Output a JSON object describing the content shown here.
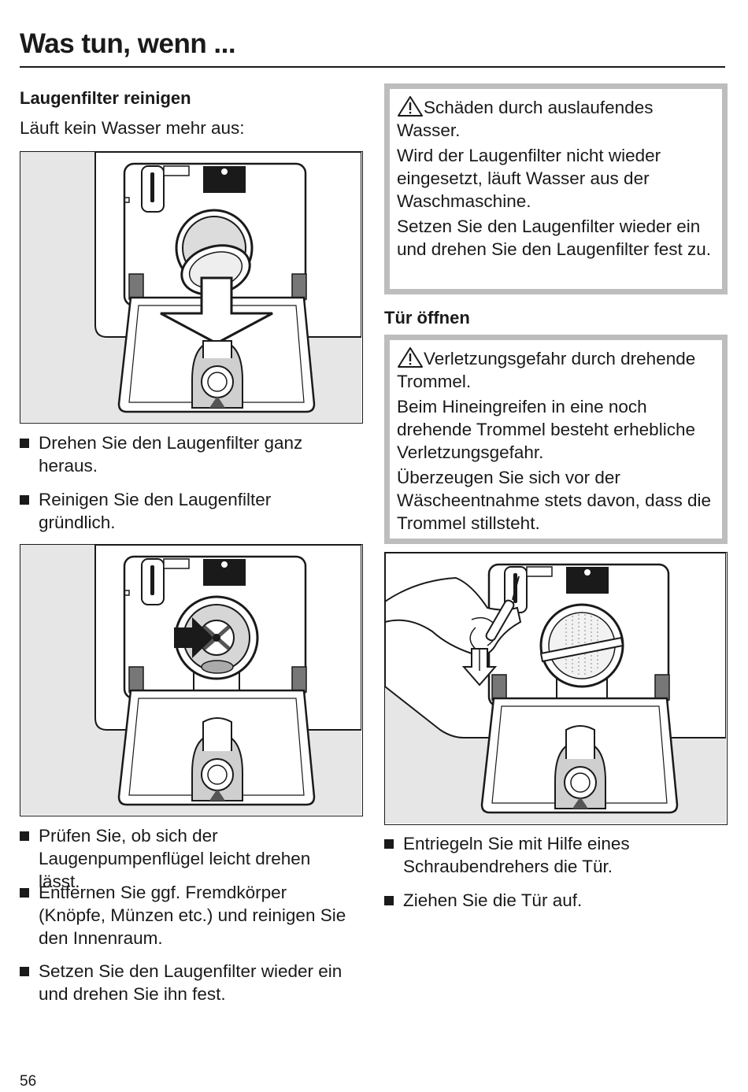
{
  "page": {
    "title": "Was tun, wenn ...",
    "page_number": "56"
  },
  "left": {
    "heading": "Laugenfilter reinigen",
    "intro": "Läuft kein Wasser mehr aus:",
    "bullets_a": [
      "Drehen Sie den Laugenfilter ganz heraus.",
      "Reinigen Sie den Laugenfilter gründlich."
    ],
    "bullets_b": [
      "Prüfen Sie, ob sich der Laugenpumpenflügel leicht drehen lässt.",
      "Entfernen Sie ggf. Fremdkörper (Knöpfe, Münzen etc.) und reinigen Sie den Innenraum.",
      "Setzen Sie den Laugenfilter wieder ein und drehen Sie ihn fest."
    ]
  },
  "right": {
    "warning1": {
      "icon": "warning-triangle-icon",
      "title": "Schäden durch auslaufendes Wasser.",
      "lines": [
        "Wird der Laugenfilter nicht wieder eingesetzt, läuft Wasser aus der Waschmaschine.",
        "Setzen Sie den Laugenfilter wieder ein und drehen Sie den Laugenfilter fest zu."
      ]
    },
    "heading": "Tür öffnen",
    "warning2": {
      "icon": "warning-triangle-icon",
      "title": "Verletzungsgefahr durch drehende Trommel.",
      "lines": [
        "Beim Hineingreifen in eine noch drehende Trommel besteht erhebliche Verletzungsgefahr.",
        "Überzeugen Sie sich vor der Wäscheentnahme stets davon, dass die Trommel stillsteht."
      ]
    },
    "bullets": [
      "Entriegeln Sie mit Hilfe eines Schraubendrehers die Tür.",
      "Ziehen Sie die Tür auf."
    ]
  },
  "colors": {
    "text": "#1a1a1a",
    "warning_border": "#bdbdbd",
    "figure_gray": "#e6e6e6",
    "figure_dark": "#555555"
  }
}
